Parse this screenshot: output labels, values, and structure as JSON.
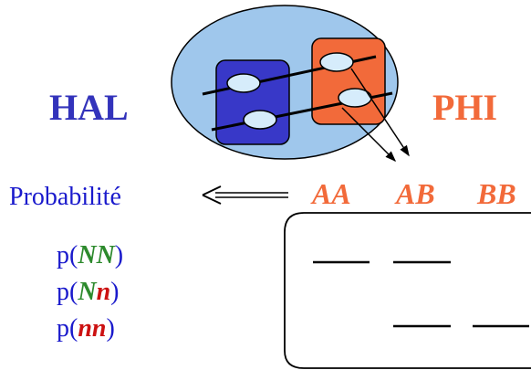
{
  "labels": {
    "hal": "HAL",
    "phi": "PHI",
    "probability": "Probabilité"
  },
  "genotypes": [
    "AA",
    "AB",
    "BB"
  ],
  "probabilities": [
    {
      "prefix": "p(",
      "a": "N",
      "b": "N",
      "suffix": ")"
    },
    {
      "prefix": "p(",
      "a": "N",
      "b": "n",
      "suffix": ")"
    },
    {
      "prefix": "p(",
      "a": "n",
      "b": "n",
      "suffix": ")"
    }
  ],
  "colors": {
    "hal": "#3333bb",
    "phi": "#f26a3a",
    "genotype": "#f26a3a",
    "probability_text": "#1a1acc",
    "allele_N": "#2d8a2d",
    "allele_n": "#cc1111",
    "ellipse_fill": "#9fc7ec",
    "hal_block": "#3838c8",
    "phi_block": "#f26a3a",
    "oval_fill": "#d6ecfb"
  }
}
